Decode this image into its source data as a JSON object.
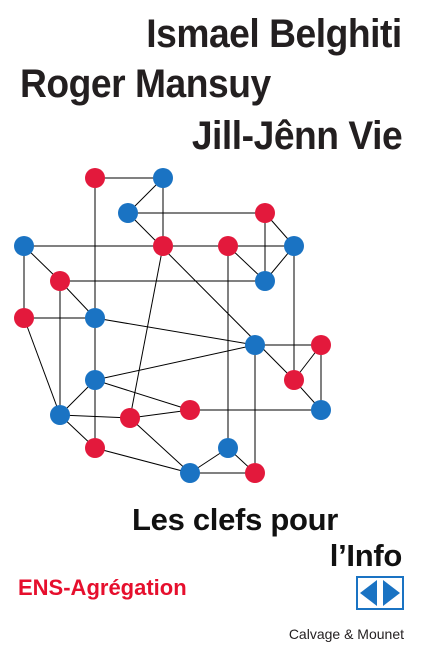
{
  "authors": [
    "Ismael Belghiti",
    "Roger Mansuy",
    "Jill-Jênn Vie"
  ],
  "title_lines": [
    "Les clefs pour",
    "l’Info"
  ],
  "subtitle": "ENS-Agrégation",
  "publisher": "Calvage & Mounet",
  "colors": {
    "text": "#231f20",
    "red_accent": "#e60f2d",
    "blue_node": "#1a73c3",
    "red_node": "#e3193c",
    "edge": "#000000",
    "logo_blue": "#1a73c3"
  },
  "icons": {
    "publisher_logo": "double-arrow-diamond-logo"
  }
}
